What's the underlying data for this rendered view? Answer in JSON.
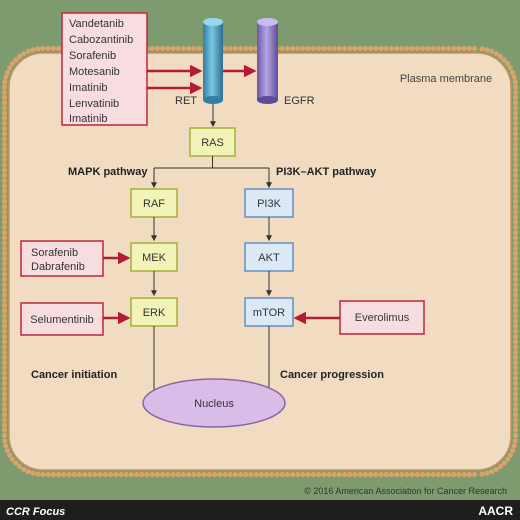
{
  "drugs": {
    "receptor_inhibitors": [
      "Vandetanib",
      "Cabozantinib",
      "Sorafenib",
      "Motesanib",
      "Imatinib",
      "Lenvatinib",
      "Imatinib"
    ],
    "mek_inhibitors": [
      "Sorafenib",
      "Dabrafenib"
    ],
    "erk_inhibitor": "Selumentinib",
    "mtor_inhibitor": "Everolimus"
  },
  "receptors": {
    "ret": "RET",
    "egfr": "EGFR"
  },
  "membrane_label": "Plasma membrane",
  "nodes": {
    "ras": "RAS",
    "raf": "RAF",
    "mek": "MEK",
    "erk": "ERK",
    "pi3k": "PI3K",
    "akt": "AKT",
    "mtor": "mTOR",
    "nucleus": "Nucleus"
  },
  "pathways": {
    "mapk": "MAPK pathway",
    "pi3k_akt": "PI3K–AKT pathway"
  },
  "outcomes": {
    "initiation": "Cancer initiation",
    "progression": "Cancer progression"
  },
  "footer": {
    "brand": "CCR Focus",
    "copyright": "© 2016 American Association for Cancer Research",
    "logo": "AACR"
  },
  "colors": {
    "background": "#7d9b6f",
    "cell_fill": "#f1dcc2",
    "membrane": "#d9a36b",
    "drug_box_fill": "#f8dde0",
    "drug_box_border": "#c0243f",
    "inhibit_arrow": "#b21c36",
    "mapk_box_fill": "#f1f3b7",
    "mapk_box_border": "#a8ad3a",
    "pi3k_box_fill": "#dbe8f5",
    "pi3k_box_border": "#6390c1",
    "nucleus_fill": "#d9bde8",
    "nucleus_border": "#8a64a6",
    "ret_color": "#4a9fc1",
    "egfr_color": "#8f7cc4"
  }
}
